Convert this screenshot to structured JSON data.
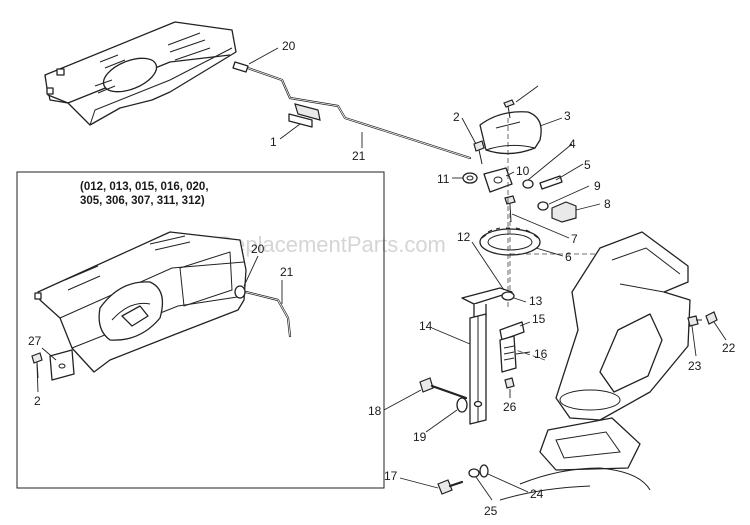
{
  "diagram": {
    "watermark": "eReplacementParts.com",
    "inset_caption_line1": "(012, 013, 015, 016, 020,",
    "inset_caption_line2": "305, 306, 307, 311, 312)",
    "callouts": [
      "20",
      "1",
      "21",
      "11",
      "2",
      "3",
      "10",
      "4",
      "5",
      "9",
      "8",
      "7",
      "6",
      "12",
      "13",
      "15",
      "14",
      "16",
      "18",
      "26",
      "19",
      "17",
      "24",
      "25",
      "23",
      "22",
      "20",
      "21",
      "27",
      "2"
    ]
  }
}
